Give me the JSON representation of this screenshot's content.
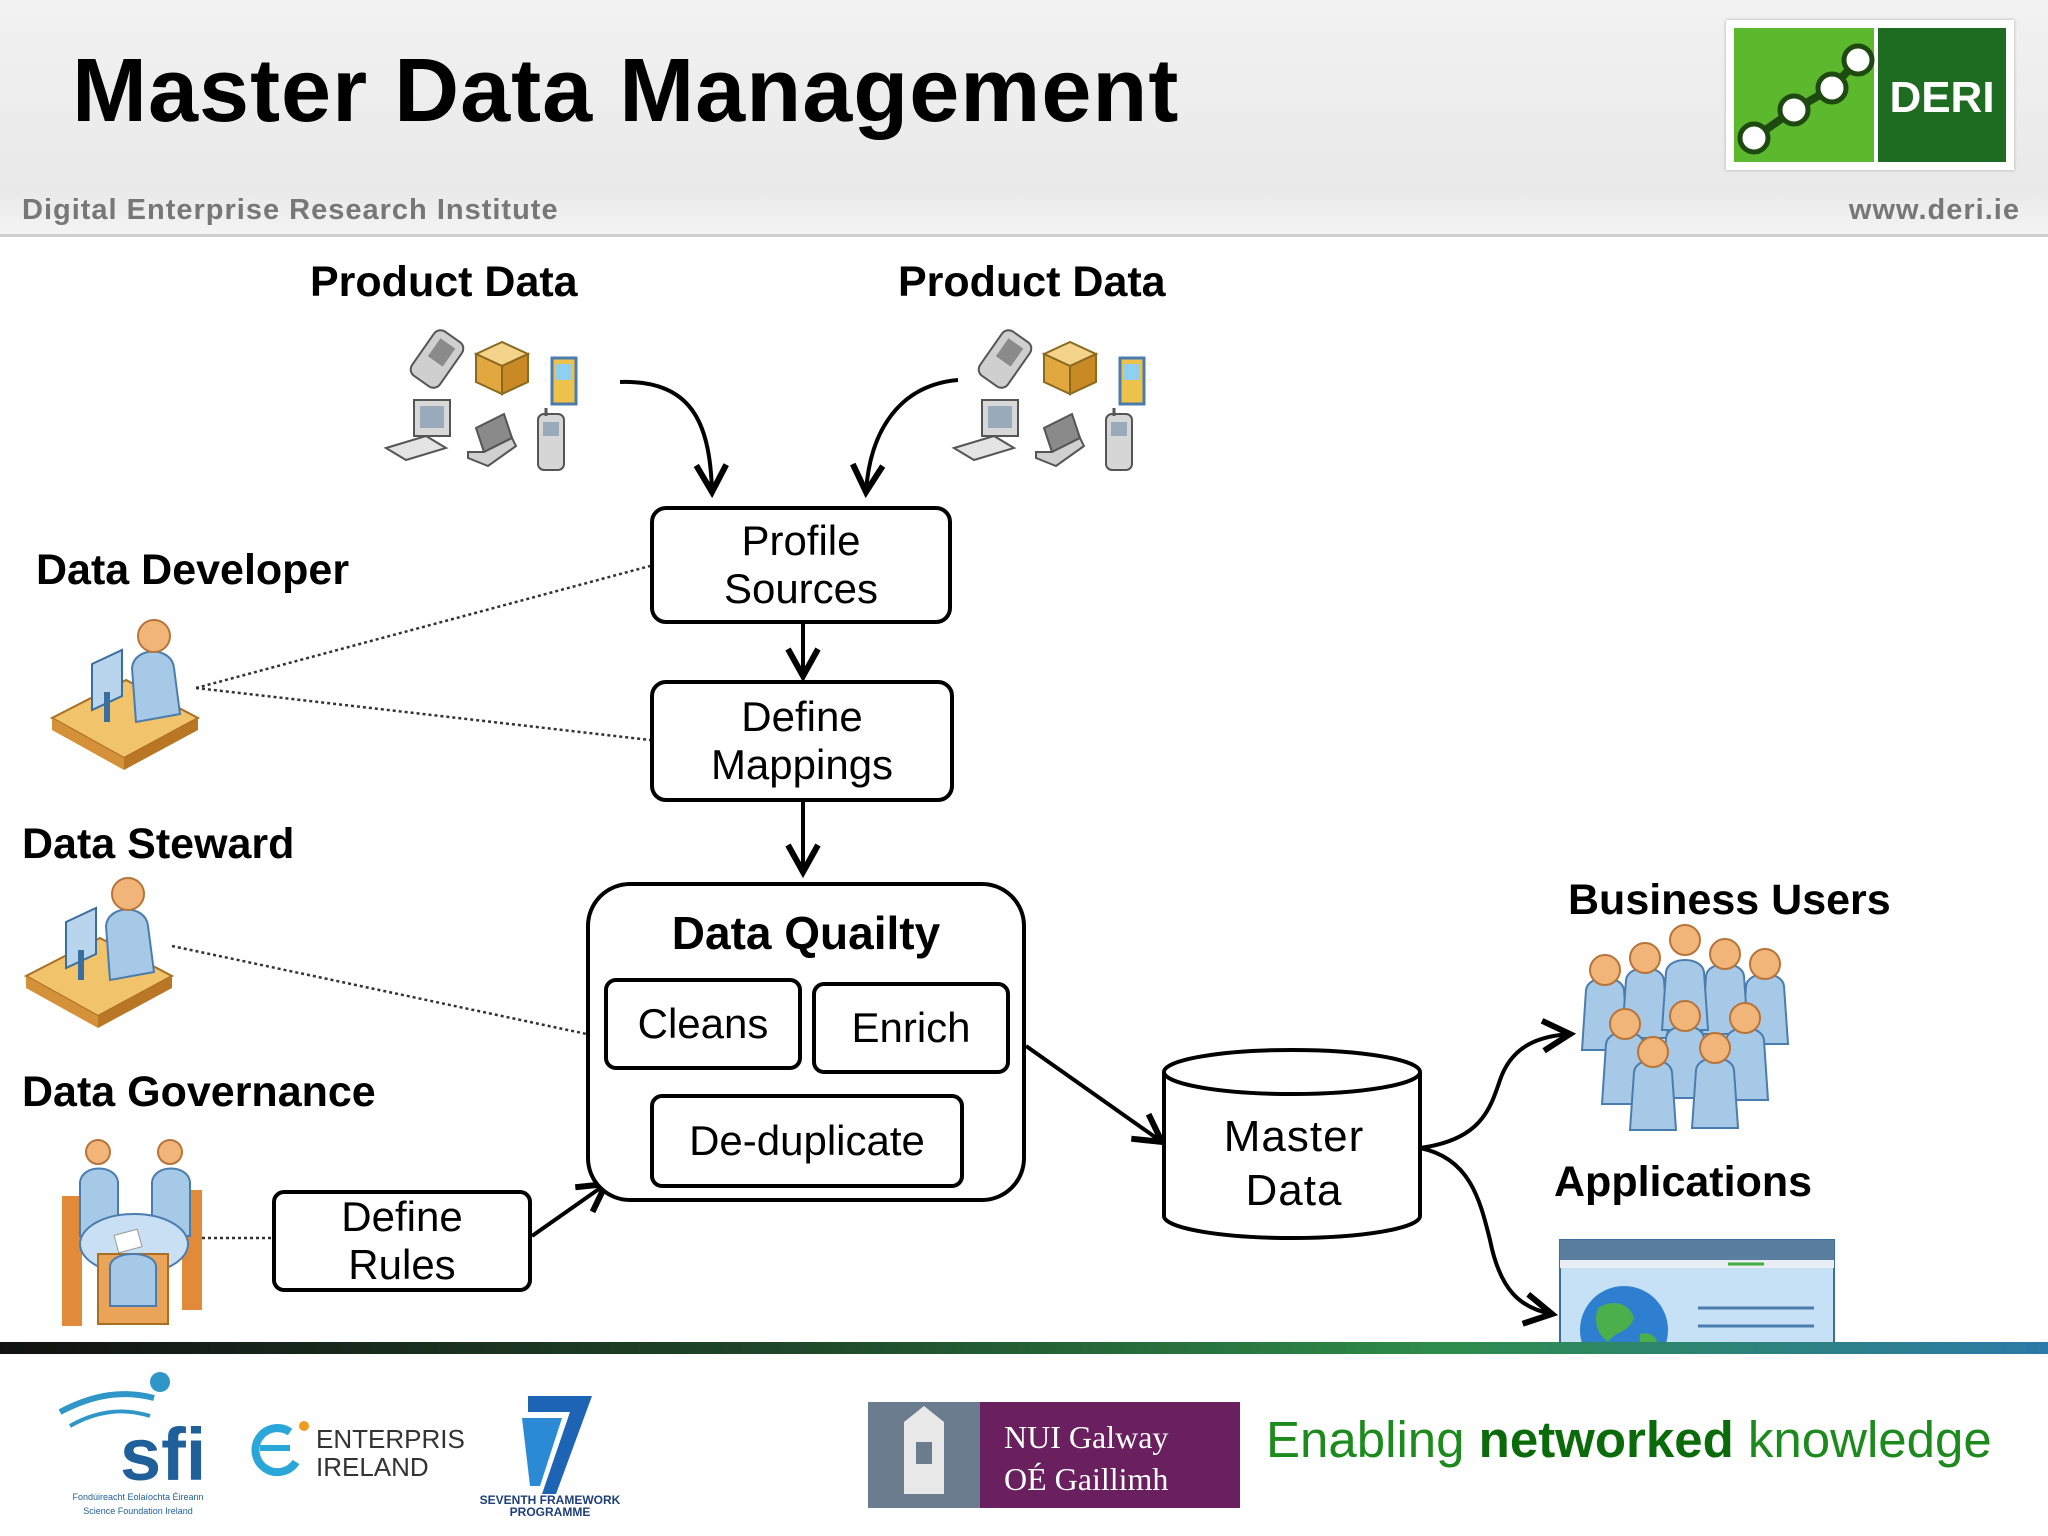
{
  "header": {
    "title": "Master Data Management",
    "subtitle": "Digital Enterprise Research Institute",
    "website": "www.deri.ie",
    "logo_text": "DERI",
    "logo_colors": {
      "light_green": "#5cb82d",
      "dark_green": "#1e6b22"
    }
  },
  "diagram": {
    "sources": [
      {
        "label": "Product Data"
      },
      {
        "label": "Product Data"
      }
    ],
    "roles": {
      "developer": "Data Developer",
      "steward": "Data Steward",
      "governance": "Data Governance",
      "business_users": "Business Users",
      "applications": "Applications"
    },
    "steps": {
      "profile": [
        "Profile",
        "Sources"
      ],
      "mappings": [
        "Define",
        "Mappings"
      ],
      "rules": [
        "Define",
        "Rules"
      ]
    },
    "quality": {
      "title": "Data Quailty",
      "cleans": "Cleans",
      "enrich": "Enrich",
      "dedup": "De-duplicate"
    },
    "master": [
      "Master",
      "Data"
    ]
  },
  "footer": {
    "sfi_text": "sfi",
    "sfi_sub": [
      "Fondúireacht Eolaíochta Éireann",
      "Science Foundation Ireland"
    ],
    "ei_text": [
      "ENTERPRISE",
      "IRELAND"
    ],
    "fp7_text": [
      "SEVENTH FRAMEWORK",
      "PROGRAMME"
    ],
    "nui_text": [
      "NUI Galway",
      "OÉ Gaillimh"
    ],
    "tagline_pre": "Enabling ",
    "tagline_bold": "networked",
    "tagline_post": " knowledge",
    "colors": {
      "tagline": "#1c8a1c",
      "nui_purple": "#6a1f5e"
    }
  }
}
